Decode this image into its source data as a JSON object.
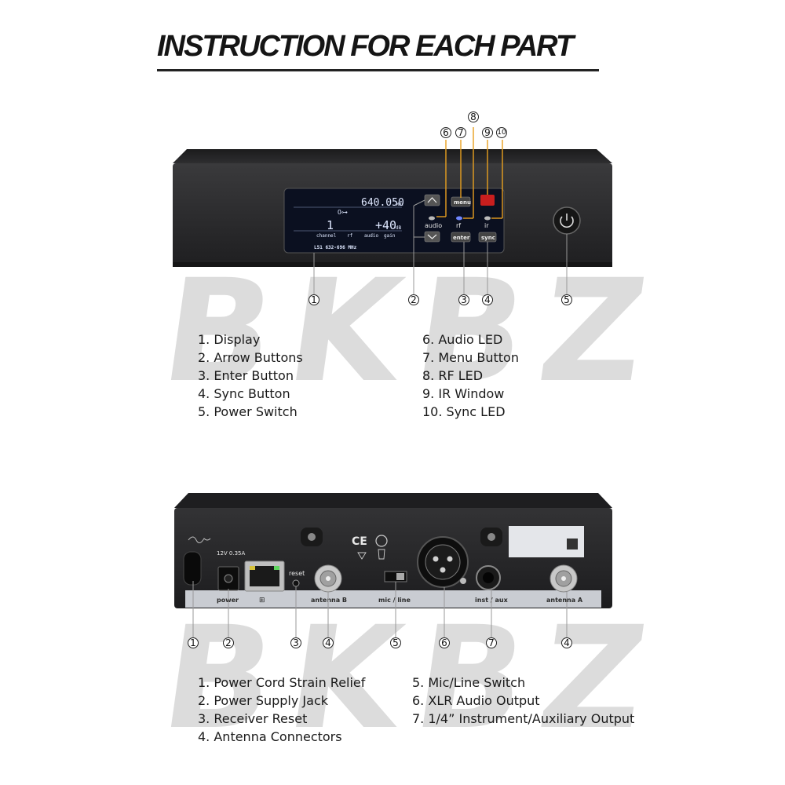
{
  "title": "INSTRUCTION FOR EACH PART",
  "watermark": "BKBZ",
  "front": {
    "display": {
      "frequency": "640.050",
      "freq_unit": "MHz",
      "channel_num": "1",
      "gain": "+40",
      "gain_unit": "dB",
      "labels": [
        "channel",
        "rf",
        "audio",
        "gain"
      ],
      "band": "L51 632-696 MHz"
    },
    "buttons": {
      "menu": "menu",
      "enter": "enter",
      "sync": "sync",
      "audio": "audio",
      "rf": "rf",
      "ir": "ir"
    },
    "callouts": [
      "1",
      "2",
      "3",
      "4",
      "5",
      "6",
      "7",
      "8",
      "9",
      "10"
    ],
    "legend_left": [
      "1. Display",
      "2. Arrow Buttons",
      "3. Enter Button",
      "4. Sync Button",
      "5. Power Switch"
    ],
    "legend_right": [
      "6. Audio LED",
      "7. Menu Button",
      "8. RF LED",
      "9. IR Window",
      "10. Sync LED"
    ]
  },
  "back": {
    "jack_labels": {
      "power": "power",
      "reset": "reset",
      "antenna_b": "antenna B",
      "mic_line": "mic / line",
      "inst_aux": "inst / aux",
      "antenna_a": "antenna A",
      "power_rating": "12V 0.35A"
    },
    "callouts": [
      "1",
      "2",
      "3",
      "4",
      "5",
      "6",
      "7",
      "4"
    ],
    "legend_left": [
      "1. Power Cord Strain Relief",
      "2. Power Supply Jack",
      "3. Receiver Reset",
      "4. Antenna Connectors"
    ],
    "legend_right": [
      "5. Mic/Line Switch",
      "6. XLR Audio Output",
      "7. 1/4” Instrument/Auxiliary Output"
    ]
  },
  "colors": {
    "panel": "#2b2b2d",
    "lcd": "#0b1020",
    "lcd_text": "#dfe8ff",
    "ir_window": "#c81e1e",
    "callout_line": "#e8a020"
  }
}
